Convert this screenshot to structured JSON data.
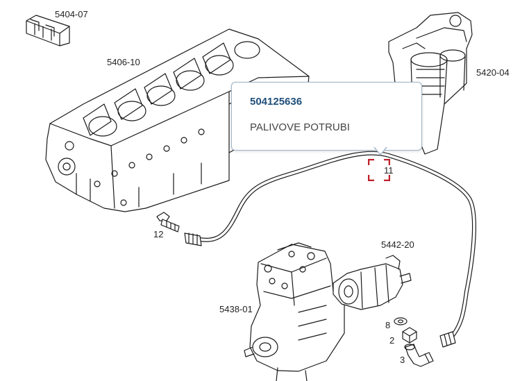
{
  "tooltip": {
    "part_number": "504125636",
    "description": "PALIVOVE POTRUBI"
  },
  "labels": {
    "l5404": "5404-07",
    "l5406": "5406-10",
    "l5420": "5420-04",
    "l12": "12",
    "l11": "11",
    "l5442": "5442-20",
    "l5438": "5438-01",
    "l8": "8",
    "l2": "2",
    "l3": "3"
  },
  "colors": {
    "line": "#1a1a1a",
    "highlight": "#c0202a",
    "tooltip_border": "#9fb3c8",
    "part_number": "#1f4e79"
  }
}
